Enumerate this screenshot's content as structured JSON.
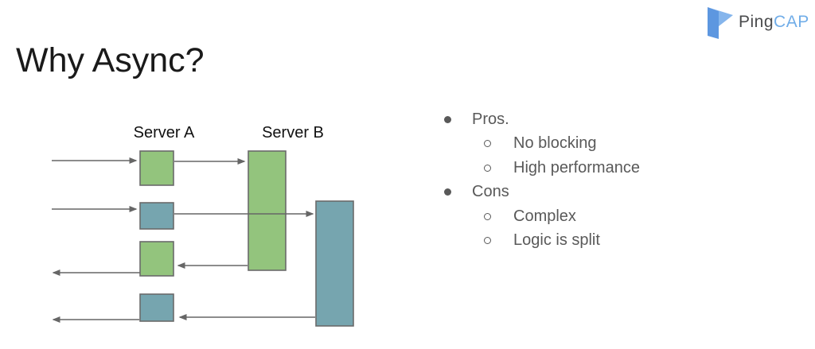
{
  "logo": {
    "brand_prefix": "Ping",
    "brand_suffix": "CAP",
    "icon": "pingcap-flag-icon"
  },
  "title": "Why Async?",
  "diagram": {
    "server_a_label": "Server A",
    "server_b_label": "Server B"
  },
  "colors": {
    "box_green": "#93c47d",
    "box_teal": "#76a5af",
    "box_border": "#6a6a6a",
    "arrow": "#666666",
    "list_text": "#595959",
    "logo_dark": "#4a4b4d",
    "logo_blue": "#71ade8",
    "logo_flag_dark": "#4f8edd",
    "logo_flag_light": "#74abe9"
  },
  "list": {
    "items": [
      {
        "level": 1,
        "label": "Pros."
      },
      {
        "level": 2,
        "label": "No blocking"
      },
      {
        "level": 2,
        "label": "High performance"
      },
      {
        "level": 1,
        "label": "Cons"
      },
      {
        "level": 2,
        "label": "Complex"
      },
      {
        "level": 2,
        "label": "Logic is split"
      }
    ]
  }
}
